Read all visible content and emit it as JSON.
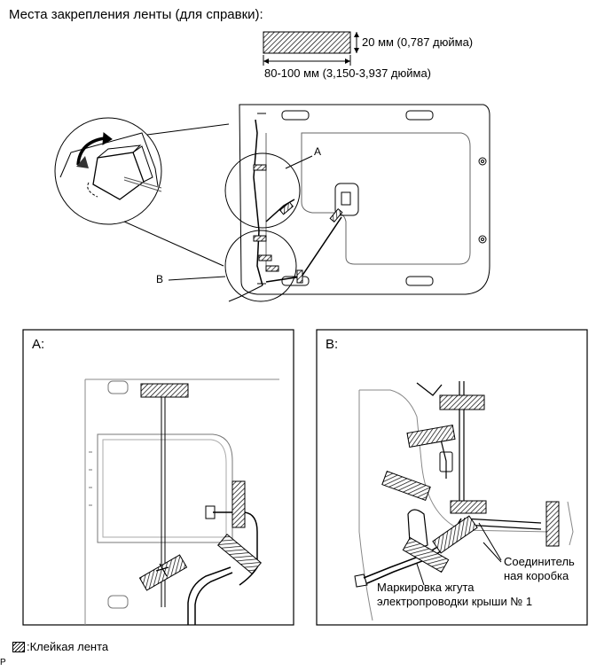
{
  "header": {
    "title": "Места закрепления ленты (для справки):"
  },
  "dimensions": {
    "height_label": "20 мм (0,787 дюйма)",
    "width_label": "80-100 мм (3,150-3,937 дюйма)"
  },
  "overview": {
    "callout_a": "A",
    "callout_b": "B"
  },
  "panel_a": {
    "label": "A:"
  },
  "panel_b": {
    "label": "B:",
    "connector_line1": "Соединитель",
    "connector_line2": "ная коробка",
    "marking_line1": "Маркировка жгута",
    "marking_line2": "электропроводки крыши № 1"
  },
  "legend": {
    "text": ":Клейкая лента"
  },
  "footer": {
    "corner_mark": "P"
  }
}
